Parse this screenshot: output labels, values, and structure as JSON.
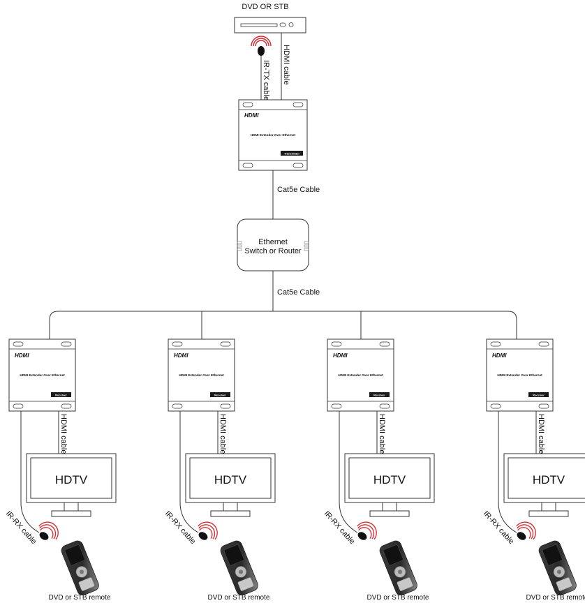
{
  "source": {
    "label": "DVD OR STB"
  },
  "transmitter": {
    "brand": "HDMI",
    "product": "HDMI Extender Over Ethernet",
    "tag": "Transmitter",
    "hdmi_cable_label": "HDMI cable",
    "ir_cable_label": "IR-TX cable"
  },
  "uplink_cable_label": "Cat5e Cable",
  "switch": {
    "line1": "Ethernet",
    "line2": "Switch or Router"
  },
  "downlink_cable_label": "Cat5e Cable",
  "receivers": [
    {
      "brand": "HDMI",
      "product": "HDMI Extender Over Ethernet",
      "tag": "Receiver",
      "hdmi_cable_label": "HDMI cable",
      "ir_cable_label": "IR-RX cable",
      "tv_label": "HDTV",
      "remote_label": "DVD or STB remote"
    },
    {
      "brand": "HDMI",
      "product": "HDMI Extender Over Ethernet",
      "tag": "Receiver",
      "hdmi_cable_label": "HDMI cable",
      "ir_cable_label": "IR-RX cable",
      "tv_label": "HDTV",
      "remote_label": "DVD or STB remote"
    },
    {
      "brand": "HDMI",
      "product": "HDMI Extender Over Ethernet",
      "tag": "Receiver",
      "hdmi_cable_label": "HDMI cable",
      "ir_cable_label": "IR-RX cable",
      "tv_label": "HDTV",
      "remote_label": "DVD or STB remote"
    },
    {
      "brand": "HDMI",
      "product": "HDMI Extender Over Ethernet",
      "tag": "Receiver",
      "hdmi_cable_label": "HDMI cable",
      "ir_cable_label": "IR-RX cable",
      "tv_label": "HDTV",
      "remote_label": "DVD or STB remote"
    }
  ],
  "colors": {
    "ir_signal": "#d9262b",
    "line": "#333333",
    "tag_bg": "#1a1a1a"
  }
}
